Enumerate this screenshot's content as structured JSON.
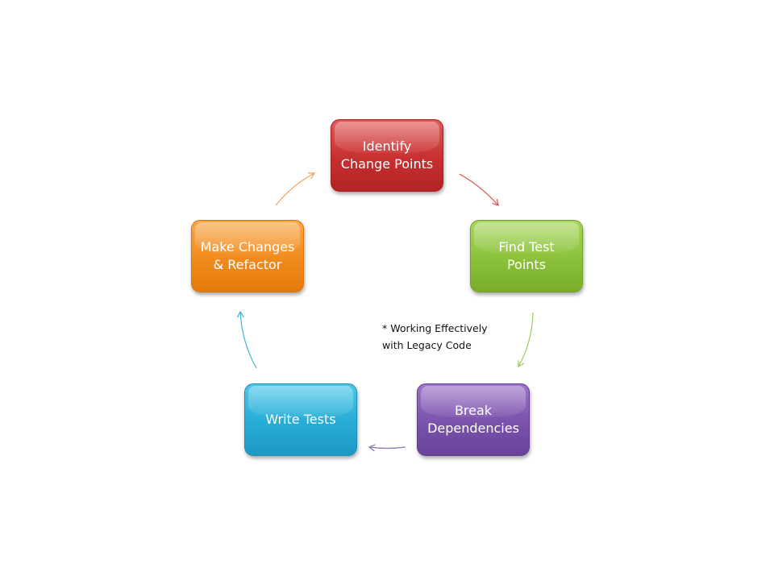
{
  "diagram": {
    "nodes": [
      {
        "id": "identify",
        "label": "Identify\nChange Points",
        "color": "#c62f2f"
      },
      {
        "id": "find",
        "label": "Find Test\nPoints",
        "color": "#8bc13a"
      },
      {
        "id": "break",
        "label": "Break\nDependencies",
        "color": "#7a51ab"
      },
      {
        "id": "write",
        "label": "Write Tests",
        "color": "#26acd6"
      },
      {
        "id": "make",
        "label": "Make Changes\n& Refactor",
        "color": "#f18a1c"
      }
    ],
    "edges": [
      {
        "from": "identify",
        "to": "find",
        "color": "#d9534f"
      },
      {
        "from": "find",
        "to": "break",
        "color": "#9ccc5a"
      },
      {
        "from": "break",
        "to": "write",
        "color": "#8a72b5"
      },
      {
        "from": "write",
        "to": "make",
        "color": "#3fb3d8"
      },
      {
        "from": "make",
        "to": "identify",
        "color": "#f4a05a"
      }
    ],
    "note": "* Working  Effectively\nwith Legacy Code"
  }
}
